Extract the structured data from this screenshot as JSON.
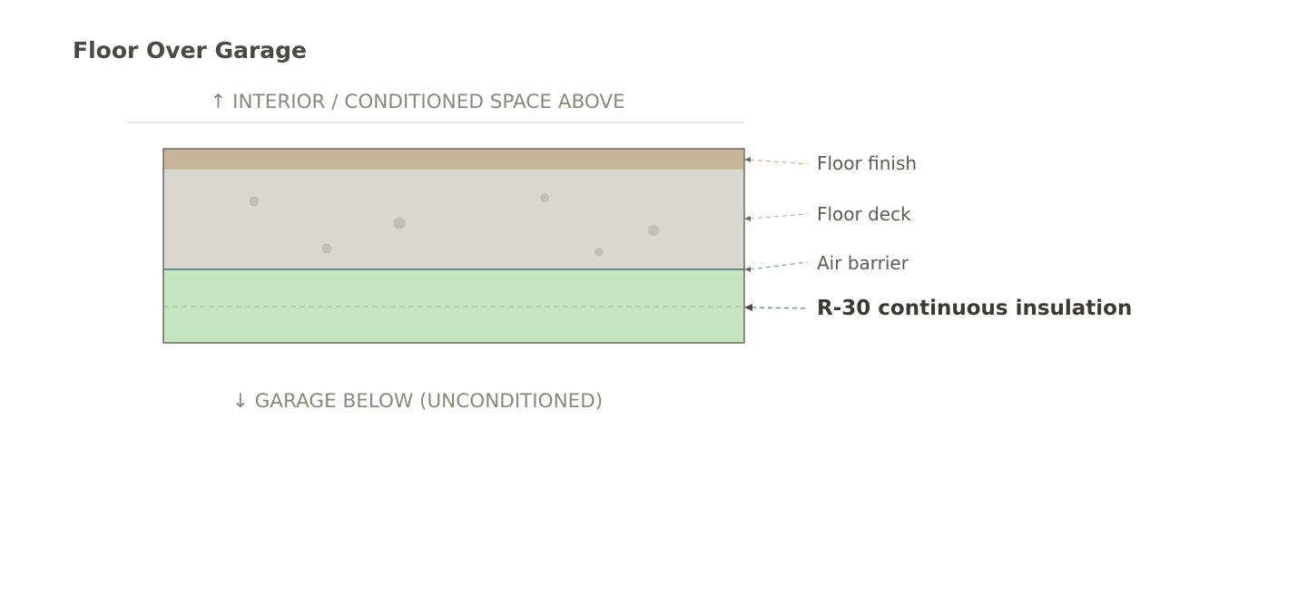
{
  "title": "Floor Over Garage",
  "above_label": "↑ INTERIOR / CONDITIONED SPACE ABOVE",
  "below_label": "↓ GARAGE BELOW (UNCONDITIONED)",
  "layers": [
    {
      "label": "Floor finish",
      "color": "#c6b59a",
      "leader_color": "#c49a84"
    },
    {
      "label": "Floor deck",
      "color": "#dad6d0",
      "leader_color": "#a9a6a0"
    },
    {
      "label": "Air barrier",
      "color": "#6b8a80",
      "leader_color": "#5a8fa8"
    },
    {
      "label": "R-30 continuous insulation",
      "color": "#c6e6c2",
      "leader_color": "#4f8f55",
      "emphasis": true
    }
  ],
  "colors": {
    "outline": "#6b6b64",
    "aggregate_dots": "#c2bfb7",
    "insulation_midline": "#9fc79c",
    "reference_line": "#d8d8d8"
  }
}
